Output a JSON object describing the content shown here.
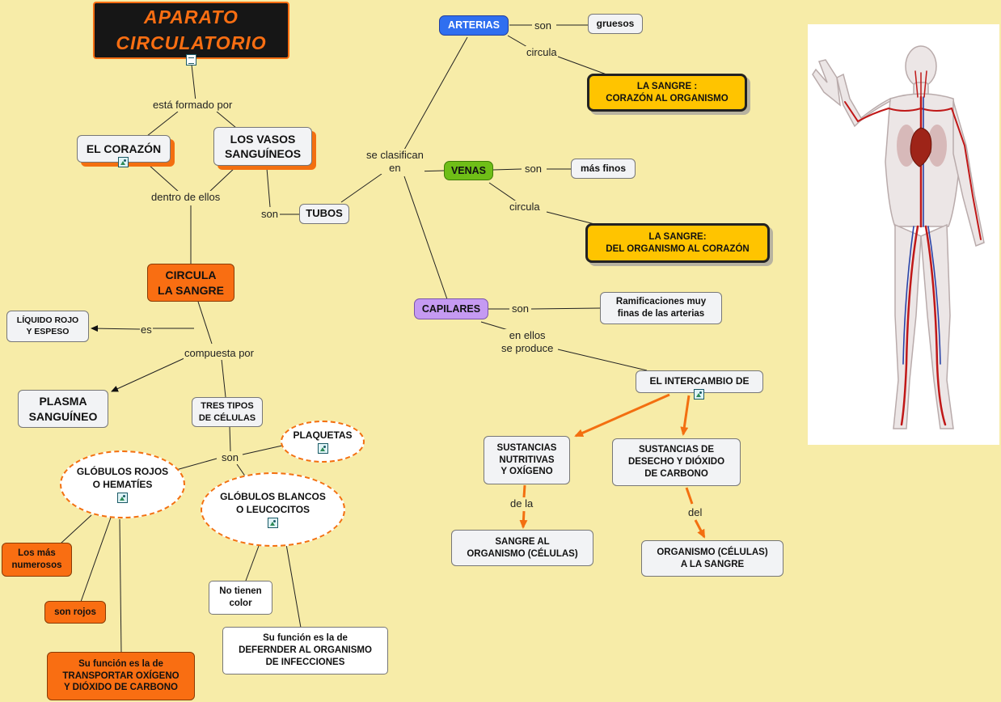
{
  "colors": {
    "background": "#f7eca8",
    "accent": "#f96e12",
    "arteries": "#2f6ff0",
    "veins": "#6fbe17",
    "capillaries": "#c59af2",
    "highlight": "#ffc400"
  },
  "title": {
    "line1": "APARATO",
    "line2": "CIRCULATORIO"
  },
  "nodes": {
    "corazon": "EL CORAZÓN",
    "vasos_1": "LOS VASOS",
    "vasos_2": "SANGUÍNEOS",
    "tubos": "TUBOS",
    "circula_1": "CIRCULA",
    "circula_2": "LA SANGRE",
    "liquido_1": "LÍQUIDO ROJO",
    "liquido_2": "Y ESPESO",
    "plasma_1": "PLASMA",
    "plasma_2": "SANGUÍNEO",
    "tres_1": "TRES TIPOS",
    "tres_2": "DE CÉLULAS",
    "plaquetas": "PLAQUETAS",
    "rojos_1": "GLÓBULOS ROJOS",
    "rojos_2": "O HEMATÍES",
    "blancos_1": "GLÓBULOS BLANCOS",
    "blancos_2": "O LEUCOCITOS",
    "numerosos_1": "Los más",
    "numerosos_2": "numerosos",
    "son_rojos": "son rojos",
    "funcion_rojos_1": "Su función es la de",
    "funcion_rojos_2": "TRANSPORTAR OXÍGENO",
    "funcion_rojos_3": "Y DIÓXIDO DE CARBONO",
    "no_color_1": "No tienen",
    "no_color_2": "color",
    "funcion_blancos_1": "Su función es la de",
    "funcion_blancos_2": "DEFERNDER AL ORGANISMO",
    "funcion_blancos_3": "DE INFECCIONES",
    "arterias": "ARTERIAS",
    "gruesos": "gruesos",
    "sangre_corazon_1": "LA SANGRE :",
    "sangre_corazon_2": "CORAZÓN AL ORGANISMO",
    "venas": "VENAS",
    "mas_finos": "más finos",
    "sangre_organismo_1": "LA SANGRE:",
    "sangre_organismo_2": "DEL ORGANISMO AL CORAZÓN",
    "capilares": "CAPILARES",
    "ramificaciones_1": "Ramificaciones muy",
    "ramificaciones_2": "finas de las arterias",
    "intercambio": "EL INTERCAMBIO DE",
    "nutritivas_1": "SUSTANCIAS",
    "nutritivas_2": "NUTRITIVAS",
    "nutritivas_3": "Y OXÍGENO",
    "desecho_1": "SUSTANCIAS DE",
    "desecho_2": "DESECHO Y DIÓXIDO",
    "desecho_3": "DE CARBONO",
    "sangre_al_1": "SANGRE AL",
    "sangre_al_2": "ORGANISMO (CÉLULAS)",
    "organismo_1": "ORGANISMO (CÉLULAS)",
    "organismo_2": "A LA SANGRE"
  },
  "labels": {
    "formado": "está formado por",
    "dentro": "dentro de ellos",
    "son_tubos": "son",
    "clasifican_1": "se clasifican",
    "clasifican_2": "en",
    "es": "es",
    "compuesta": "compuesta por",
    "son_celulas": "son",
    "son_arterias": "son",
    "circula_arterias": "circula",
    "son_venas": "son",
    "circula_venas": "circula",
    "son_capilares": "son",
    "en_ellos_1": "en ellos",
    "en_ellos_2": "se produce",
    "de_la": "de la",
    "del": "del"
  },
  "icons": {
    "attachment": "image-icon",
    "document": "document-icon",
    "illustration": "human-circulatory-system-image"
  }
}
